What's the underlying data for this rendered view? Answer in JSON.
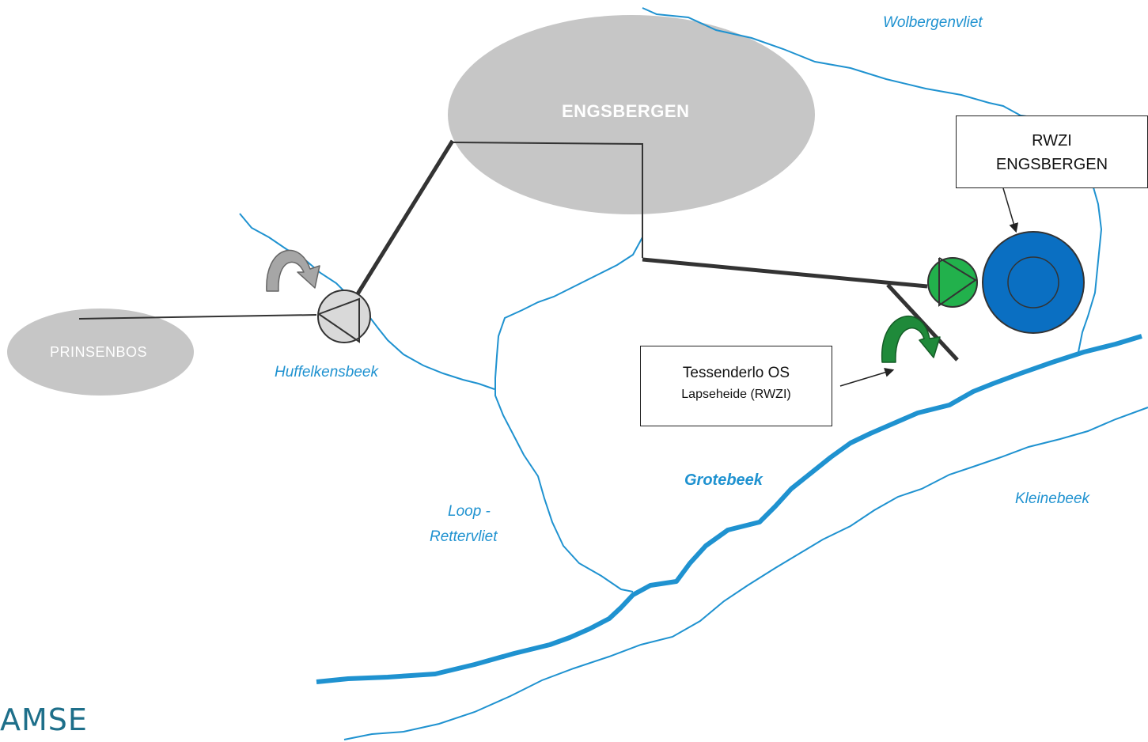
{
  "labels": {
    "engsbergen": "ENGSBERGEN",
    "prinsenbos": "PRINSENBOS",
    "rwzi_line1": "RWZI",
    "rwzi_line2": "ENGSBERGEN",
    "tessenderlo_line1": "Tessenderlo OS",
    "tessenderlo_line2": "Lapseheide (RWZI)",
    "wolbergenvliet": "Wolbergenvliet",
    "huffelkensbeek": "Huffelkensbeek",
    "loop_line1": "Loop -",
    "loop_line2": "Rettervliet",
    "grotebeek": "Grotebeek",
    "kleinebeek": "Kleinebeek",
    "logo_fragment": "AMSE"
  },
  "colors": {
    "river": "#1f92d0",
    "town_fill": "#c6c6c6",
    "pipe": "#333333",
    "pump_grey": "#d9d9d9",
    "pump_green": "#22b14c",
    "arrow_green": "#1f8a3a",
    "arrow_grey": "#a6a6a6",
    "rwzi_outer": "#0a6fc2",
    "rwzi_inner": "#0a6fc2"
  },
  "icons": {
    "grey_pump": "pump-icon",
    "green_pump": "pump-icon",
    "treatment_plant": "treatment-plant-icon",
    "grey_curved_arrow": "curved-arrow-icon",
    "green_curved_arrow": "curved-arrow-icon"
  }
}
